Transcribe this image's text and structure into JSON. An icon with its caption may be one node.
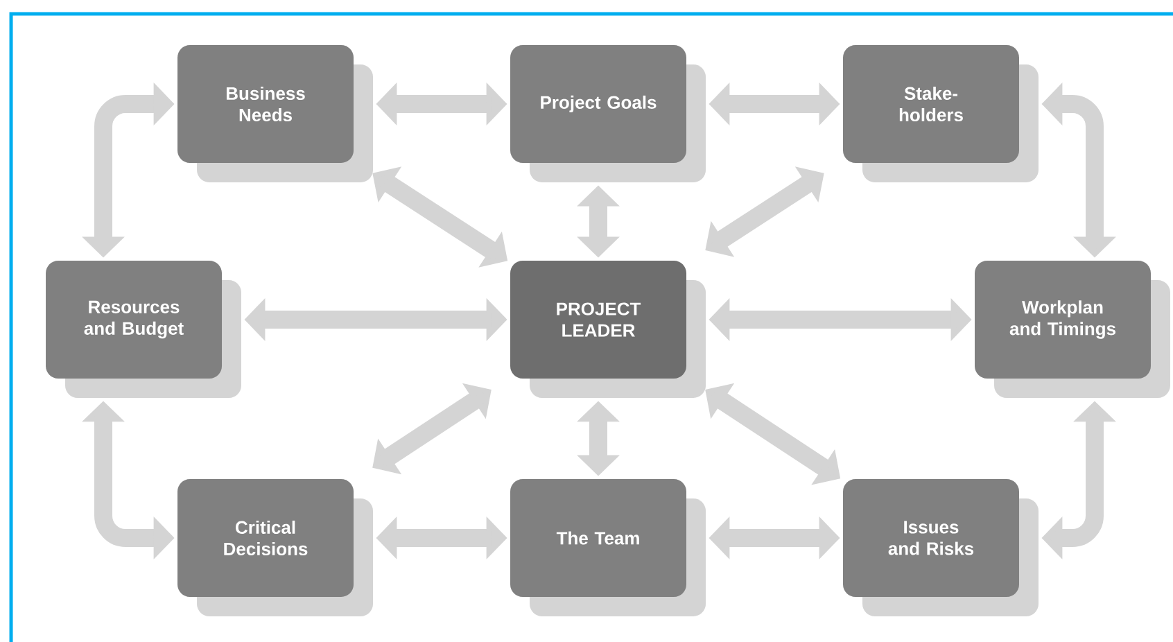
{
  "diagram": {
    "nodes": [
      {
        "text": [
          "Business Needs"
        ]
      },
      {
        "text": [
          "Project Goals"
        ]
      },
      {
        "text": [
          "Stake-holders"
        ]
      },
      {
        "text": [
          "Resources and Budget"
        ]
      },
      {
        "text": [
          "PROJECT LEADER"
        ]
      },
      {
        "text": [
          "Workplan and Timings"
        ]
      },
      {
        "text": [
          "Critical Decisions"
        ]
      },
      {
        "text": [
          "The Team"
        ]
      },
      {
        "text": [
          "Issues and Risks"
        ]
      }
    ],
    "edges": [
      {
        "from": 0,
        "to": 1,
        "arrow": "both"
      },
      {
        "from": 1,
        "to": 2,
        "arrow": "both"
      },
      {
        "from": 0,
        "to": 3,
        "arrow": "both"
      },
      {
        "from": 2,
        "to": 5,
        "arrow": "both"
      },
      {
        "from": 0,
        "to": 4,
        "arrow": "both"
      },
      {
        "from": 1,
        "to": 4,
        "arrow": "both"
      },
      {
        "from": 2,
        "to": 4,
        "arrow": "both"
      },
      {
        "from": 3,
        "to": 4,
        "arrow": "both"
      },
      {
        "from": 4,
        "to": 5,
        "arrow": "both"
      },
      {
        "from": 4,
        "to": 6,
        "arrow": "both"
      },
      {
        "from": 4,
        "to": 7,
        "arrow": "both"
      },
      {
        "from": 4,
        "to": 8,
        "arrow": "both"
      },
      {
        "from": 3,
        "to": 6,
        "arrow": "both"
      },
      {
        "from": 5,
        "to": 8,
        "arrow": "both"
      },
      {
        "from": 6,
        "to": 7,
        "arrow": "both"
      },
      {
        "from": 7,
        "to": 8,
        "arrow": "both"
      }
    ]
  }
}
